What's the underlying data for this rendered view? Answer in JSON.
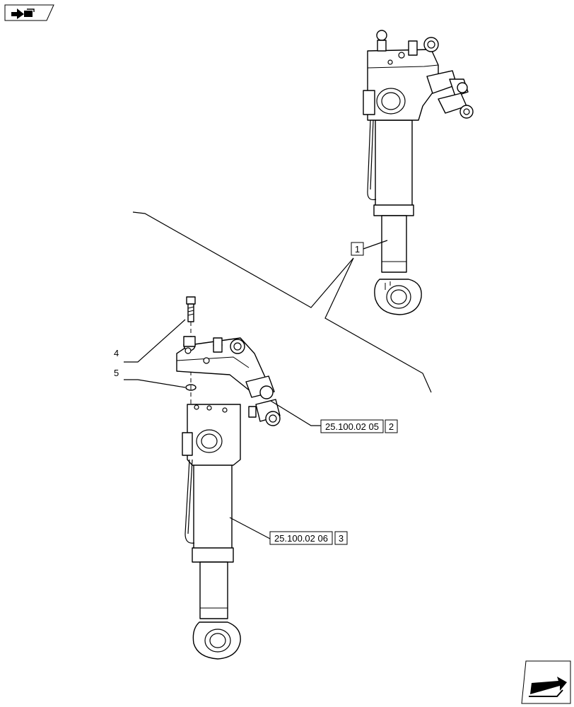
{
  "callouts": {
    "item_1": "1",
    "item_4": "4",
    "item_5": "5",
    "ref_a": {
      "code": "25.100.02 05",
      "index": "2"
    },
    "ref_b": {
      "code": "25.100.02 06",
      "index": "3"
    }
  },
  "icons": {
    "top_left": "previous-page-arrow-icon",
    "bottom_right": "next-page-arrow-icon"
  }
}
